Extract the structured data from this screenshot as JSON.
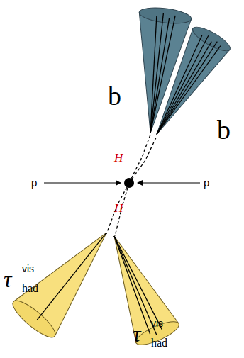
{
  "diagram": {
    "labels": [
      "b",
      "b",
      "H",
      "p",
      "p",
      "H",
      "τ",
      "vis",
      "had",
      "τ",
      "vis",
      "had"
    ]
  }
}
